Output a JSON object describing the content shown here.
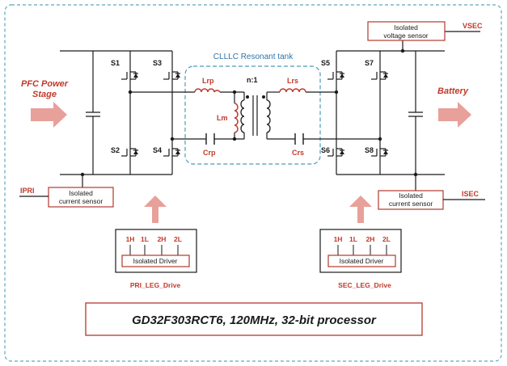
{
  "inputs": {
    "pfc_line1": "PFC Power",
    "pfc_line2": "Stage",
    "battery": "Battery"
  },
  "resonant_tank": {
    "title": "CLLLC Resonant tank",
    "ratio": "n:1",
    "components": {
      "lrp": "Lrp",
      "lm": "Lm",
      "crp": "Crp",
      "lrs": "Lrs",
      "crs": "Crs"
    }
  },
  "switches": {
    "s1": "S1",
    "s2": "S2",
    "s3": "S3",
    "s4": "S4",
    "s5": "S5",
    "s6": "S6",
    "s7": "S7",
    "s8": "S8"
  },
  "sensors": {
    "voltage_line1": "Isolated",
    "voltage_line2": "voltage sensor",
    "current_line1": "Isolated",
    "current_line2": "current sensor",
    "vsec": "VSEC",
    "ipri": "IPRI",
    "isec": "ISEC"
  },
  "drivers": {
    "pins": [
      "1H",
      "1L",
      "2H",
      "2L"
    ],
    "label": "Isolated Driver",
    "pri_caption": "PRI_LEG_Drive",
    "sec_caption": "SEC_LEG_Drive"
  },
  "processor": {
    "label": "GD32F303RCT6, 120MHz, 32-bit processor"
  },
  "colors": {
    "frame": "#5fa8b8",
    "tank": "#4a9cb8",
    "red_text": "#c0392b",
    "blue_text": "#2e75a8",
    "arrow": "#e8a09a",
    "box_border": "#b03a2e"
  }
}
